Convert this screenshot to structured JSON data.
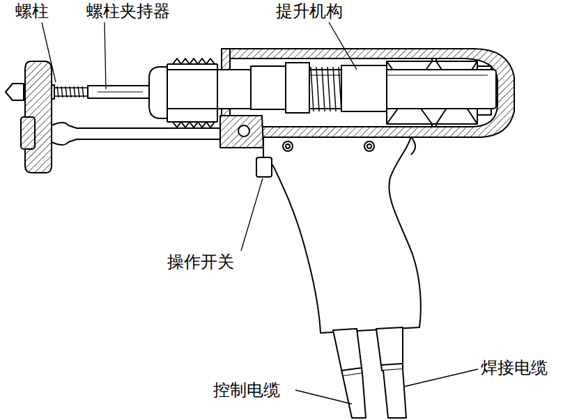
{
  "diagram": {
    "labels": [
      "螺柱",
      "螺柱夹持器",
      "提升机构",
      "操作开关",
      "控制电缆",
      "焊接电缆"
    ]
  }
}
